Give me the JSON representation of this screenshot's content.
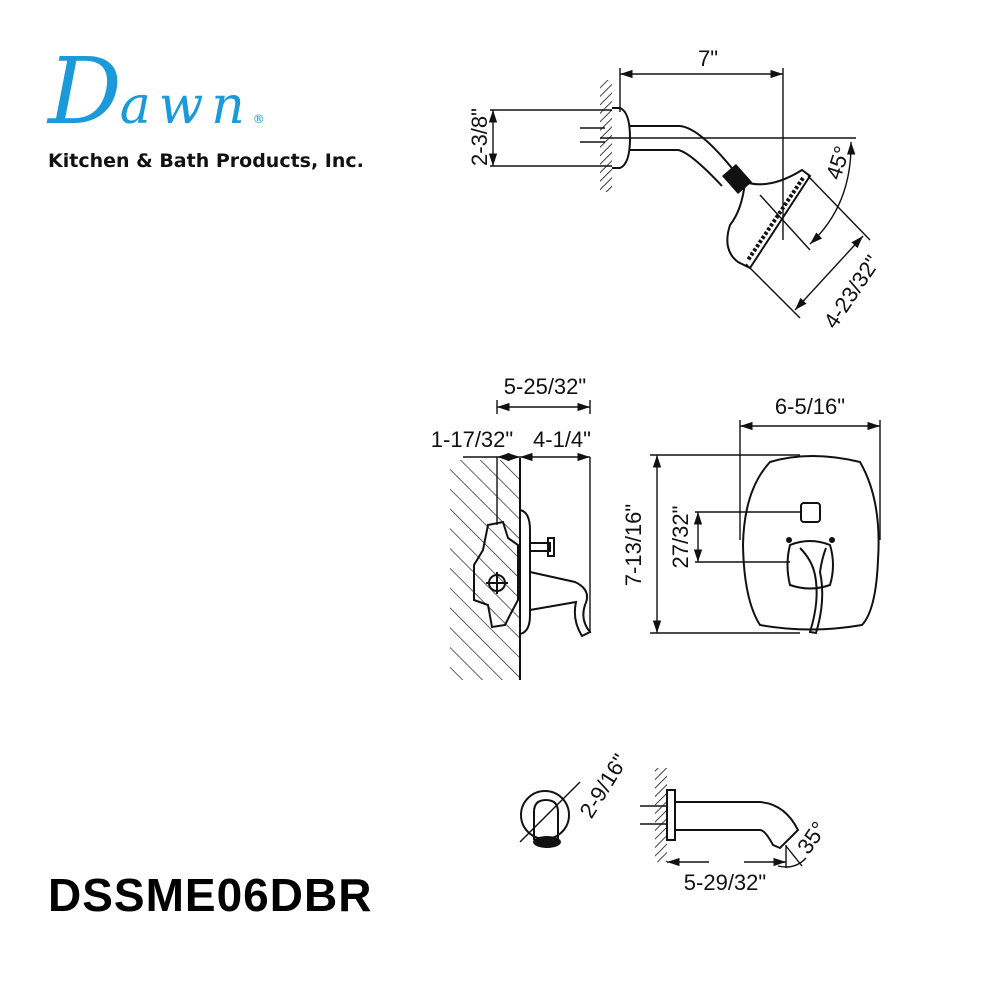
{
  "brand": {
    "logo_text": "Dawn",
    "logo_first": "D",
    "logo_rest": "awn",
    "registered_mark": "®",
    "company": "Kitchen & Bath Products, Inc.",
    "logo_color": "#1a9ad9"
  },
  "model_number": "DSSME06DBR",
  "shower_head": {
    "arm_reach": "7\"",
    "flange_height": "2-3/8\"",
    "angle": "45°",
    "head_diameter": "4-23/32\""
  },
  "valve_side": {
    "total_depth": "5-25/32\"",
    "in_wall": "1-17/32\"",
    "projection": "4-1/4\""
  },
  "valve_front": {
    "plate_width": "6-5/16\"",
    "plate_height": "7-13/16\"",
    "center_spacing": "27/32\""
  },
  "tub_spout": {
    "outlet_diameter": "2-9/16\"",
    "spout_reach": "5-29/32\"",
    "angle": "35°"
  }
}
